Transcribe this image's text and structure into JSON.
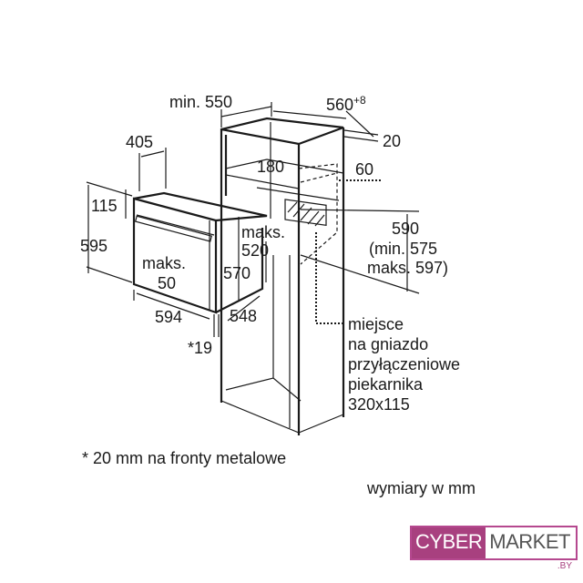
{
  "dimensions": {
    "min550": "min. 550",
    "w560": "560",
    "w560_sup": "+8",
    "d20": "20",
    "d405": "405",
    "d180": "180",
    "d60": "60",
    "d115": "115",
    "d595": "595",
    "maks_a": "maks.",
    "d520": "520",
    "h590": "590",
    "h590_min": "(min. 575",
    "h590_max": "maks. 597)",
    "maks_b": "maks.",
    "d50": "50",
    "d570": "570",
    "d594": "594",
    "d548": "548",
    "d19": "*19"
  },
  "socket_note": [
    "miejsce",
    "na gniazdo",
    "przyłączeniowe",
    "piekarnika",
    "320x115"
  ],
  "footnote": "* 20 mm na fronty metalowe",
  "units_note": "wymiary w mm",
  "logo": {
    "part1": "CYBER",
    "part2": "MARKET",
    "suffix": ".BY",
    "color": "#a8407f"
  }
}
